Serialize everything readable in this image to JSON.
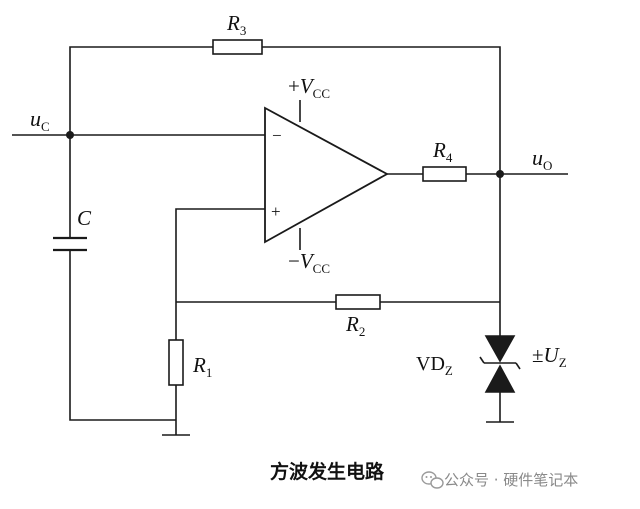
{
  "diagram": {
    "components": {
      "r3": {
        "letter": "R",
        "sub": "3"
      },
      "r4": {
        "letter": "R",
        "sub": "4"
      },
      "r2": {
        "letter": "R",
        "sub": "2"
      },
      "r1": {
        "letter": "R",
        "sub": "1"
      },
      "c": {
        "letter": "C"
      },
      "zener": {
        "label": "VD",
        "sub": "Z"
      },
      "uz": {
        "prefix": "±",
        "letter": "U",
        "sub": "Z"
      }
    },
    "supply": {
      "pos": {
        "sign": "+",
        "letter": "V",
        "sub": "CC"
      },
      "neg": {
        "sign": "−",
        "letter": "V",
        "sub": "CC"
      }
    },
    "nodes": {
      "uc": {
        "letter": "u",
        "sub": "C"
      },
      "uo": {
        "letter": "u",
        "sub": "O"
      }
    },
    "opamp": {
      "minus": "−",
      "plus": "+"
    },
    "caption": "方波发生电路"
  },
  "watermark": {
    "text": "公众号 · 硬件笔记本",
    "icon": "wechat-icon"
  }
}
